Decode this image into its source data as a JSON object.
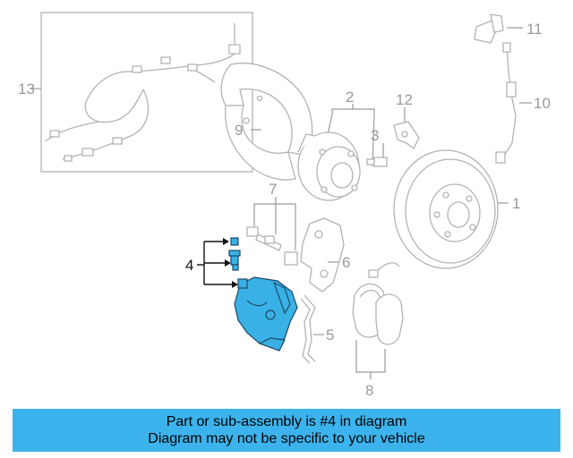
{
  "callouts": {
    "c1": "1",
    "c2": "2",
    "c3": "3",
    "c4": "4",
    "c5": "5",
    "c6": "6",
    "c7": "7",
    "c8": "8",
    "c9": "9",
    "c10": "10",
    "c11": "11",
    "c12": "12",
    "c13": "13"
  },
  "banner": {
    "line1": "Part or sub-assembly is #4 in diagram",
    "line2": "Diagram may not be specific to your vehicle"
  },
  "colors": {
    "highlight": "#3ab1e6",
    "banner_bg": "#3cb3ec",
    "line_art": "#b3b3b3",
    "callout_text": "#9a9a9a"
  }
}
